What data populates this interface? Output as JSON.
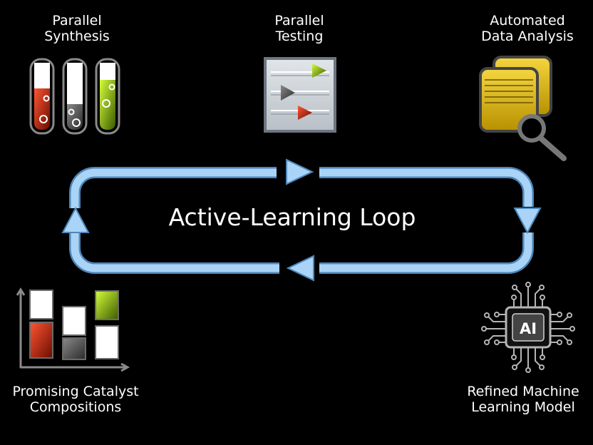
{
  "loop": {
    "title": "Active-Learning Loop"
  },
  "stages": {
    "synthesis": {
      "line1": "Parallel",
      "line2": "Synthesis"
    },
    "testing": {
      "line1": "Parallel",
      "line2": "Testing"
    },
    "analysis": {
      "line1": "Automated",
      "line2": "Data Analysis"
    },
    "ml": {
      "line1": "Refined Machine",
      "line2": "Learning Model",
      "chip_text": "AI"
    },
    "catalyst": {
      "line1": "Promising Catalyst",
      "line2": "Compositions"
    }
  },
  "colors": {
    "loop_fill": "#a9d4f7",
    "loop_stroke": "#4f86b8",
    "tube_red": "#d42a10",
    "tube_gray": "#6a6a6a",
    "tube_green": "#a8d21a",
    "folder_yellow": "#e8c11a"
  }
}
